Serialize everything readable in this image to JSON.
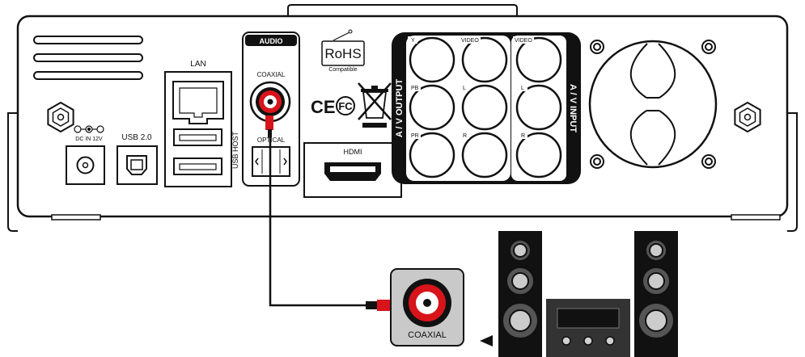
{
  "device": {
    "ports": {
      "lan": "LAN",
      "usb_host": "USB HOST",
      "usb2": "USB 2.0",
      "dc_in": "DC IN 12V",
      "audio_header": "AUDIO",
      "coaxial": "COAXIAL",
      "optical": "OPTICAL",
      "hdmi": "HDMI"
    },
    "logos": {
      "rohs": "RoHS",
      "rohs_sub": "Compatible",
      "ce": "CE",
      "fc": "FC"
    },
    "av_output": {
      "title": "A / V OUTPUT",
      "labels": [
        "Y",
        "VIDEO",
        "PB",
        "L",
        "PR",
        "R"
      ]
    },
    "av_input": {
      "title": "A / V INPUT",
      "labels": [
        "VIDEO",
        "L",
        "R"
      ]
    }
  },
  "receiver": {
    "coaxial_label": "COAXIAL"
  },
  "colors": {
    "cable": "#d8141b",
    "device_outline": "#111111",
    "panel_black": "#111111",
    "receiver_box": "#c9c9c9"
  }
}
